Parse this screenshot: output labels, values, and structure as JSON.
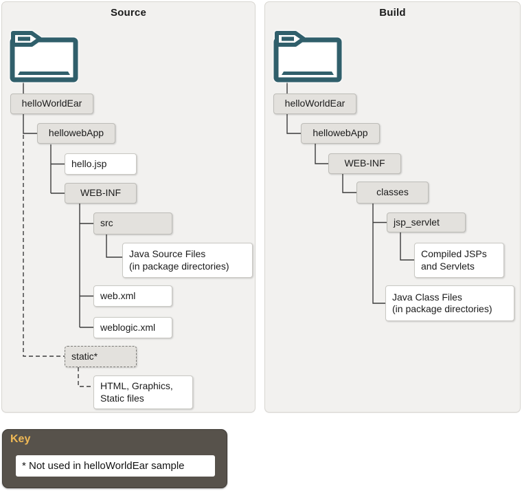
{
  "colors": {
    "panel-bg": "#f2f1ef",
    "panel-border": "#d8d6d1",
    "folder-box-bg": "#e3e1dd",
    "folder-box-border": "#bdbcb7",
    "file-box-bg": "#ffffff",
    "file-box-border": "#c9c8c3",
    "line": "#3a3a3a",
    "folder-icon": "#305f6b",
    "key-bg": "#57524b",
    "key-title": "#f0b955",
    "text": "#1a1a1a"
  },
  "source": {
    "title": "Source",
    "nodes": {
      "root": "helloWorldEar",
      "webapp": "hellowebApp",
      "hello_jsp": "hello.jsp",
      "web_inf": "WEB-INF",
      "src": "src",
      "java_source_files": "Java Source Files\n(in package directories)",
      "web_xml": "web.xml",
      "weblogic_xml": "weblogic.xml",
      "static_dir": "static*",
      "static_files": "HTML, Graphics,\nStatic files"
    }
  },
  "build": {
    "title": "Build",
    "nodes": {
      "root": "helloWorldEar",
      "webapp": "hellowebApp",
      "web_inf": "WEB-INF",
      "classes": "classes",
      "jsp_servlet": "jsp_servlet",
      "compiled": "Compiled JSPs\nand Servlets",
      "java_class_files": "Java Class Files\n(in package directories)"
    }
  },
  "key": {
    "title": "Key",
    "note": "* Not used in helloWorldEar sample"
  }
}
